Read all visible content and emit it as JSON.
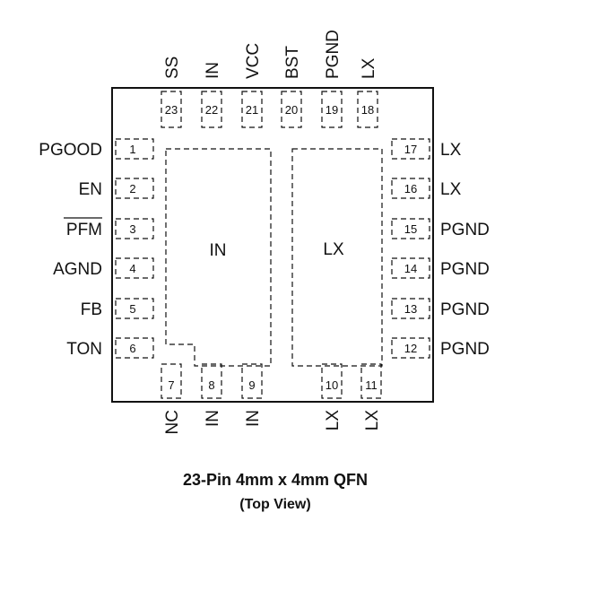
{
  "caption": {
    "title": "23-Pin 4mm x 4mm QFN",
    "subtitle": "(Top View)"
  },
  "pins": {
    "left": [
      {
        "num": "1",
        "name": "PGOOD"
      },
      {
        "num": "2",
        "name": "EN"
      },
      {
        "num": "3",
        "name": "PFM",
        "overline": true
      },
      {
        "num": "4",
        "name": "AGND"
      },
      {
        "num": "5",
        "name": "FB"
      },
      {
        "num": "6",
        "name": "TON"
      }
    ],
    "bottom": [
      {
        "num": "7",
        "name": "NC"
      },
      {
        "num": "8",
        "name": "IN"
      },
      {
        "num": "9",
        "name": "IN"
      },
      {
        "num": "10",
        "name": "LX"
      },
      {
        "num": "11",
        "name": "LX"
      }
    ],
    "right": [
      {
        "num": "12",
        "name": "PGND"
      },
      {
        "num": "13",
        "name": "PGND"
      },
      {
        "num": "14",
        "name": "PGND"
      },
      {
        "num": "15",
        "name": "PGND"
      },
      {
        "num": "16",
        "name": "LX"
      },
      {
        "num": "17",
        "name": "LX"
      }
    ],
    "top": [
      {
        "num": "18",
        "name": "LX"
      },
      {
        "num": "19",
        "name": "PGND"
      },
      {
        "num": "20",
        "name": "BST"
      },
      {
        "num": "21",
        "name": "VCC"
      },
      {
        "num": "22",
        "name": "IN"
      },
      {
        "num": "23",
        "name": "SS"
      }
    ]
  },
  "pads": {
    "left_pad": "IN",
    "right_pad": "LX"
  }
}
